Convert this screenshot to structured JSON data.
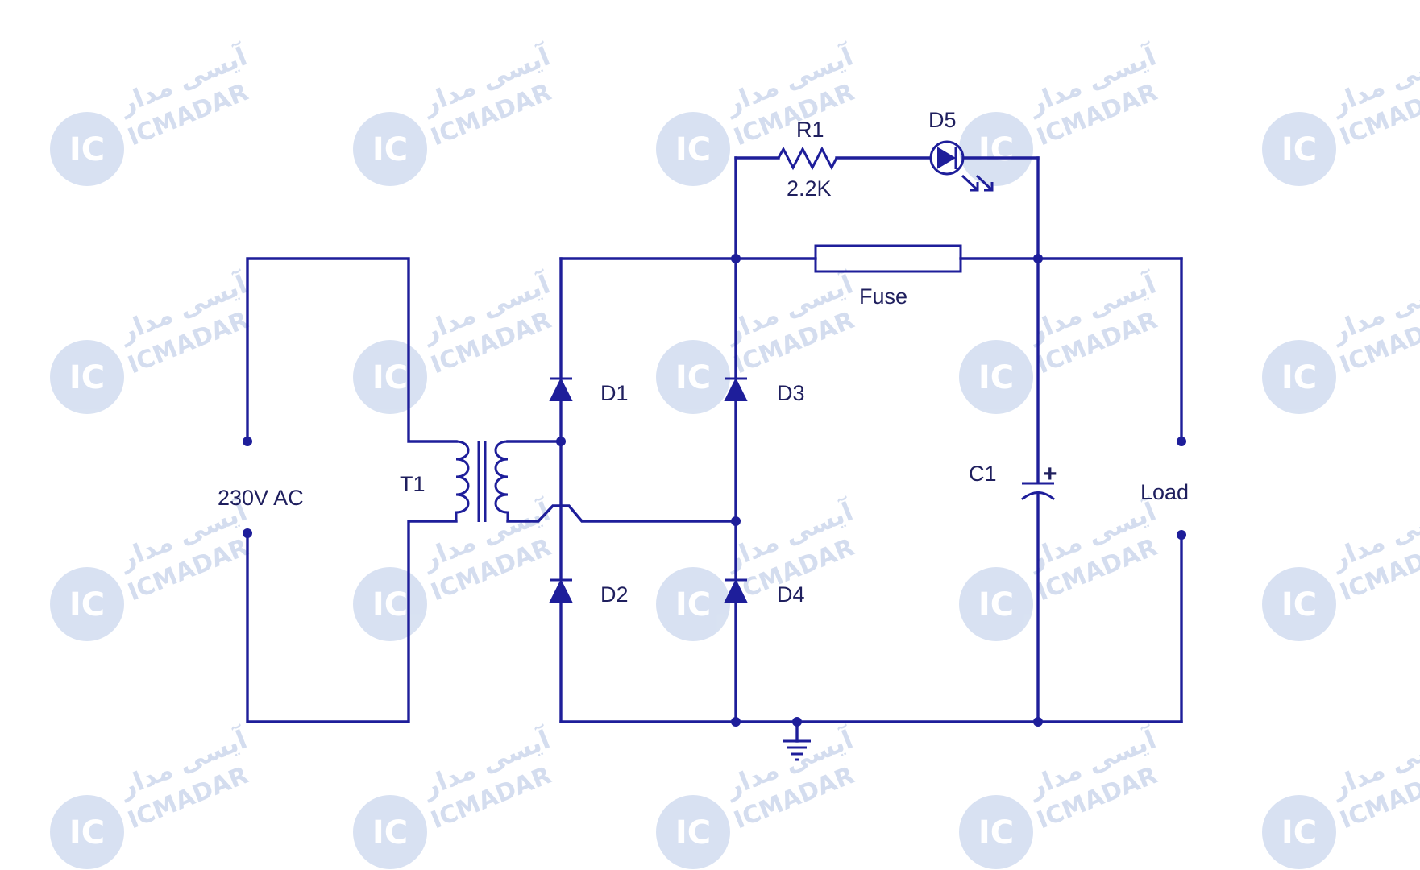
{
  "labels": {
    "source": "230V AC",
    "transformer": "T1",
    "d1": "D1",
    "d2": "D2",
    "d3": "D3",
    "d4": "D4",
    "d5": "D5",
    "r1": "R1",
    "r1_value": "2.2K",
    "fuse": "Fuse",
    "c1": "C1",
    "c1_polarity": "+",
    "load": "Load"
  },
  "watermark": {
    "logo": "IC",
    "text_latin": "ICMADAR",
    "text_persian": "آیسی مدار"
  },
  "colors": {
    "wire": "#1e1e9a",
    "label": "#1f1f5e",
    "watermark": "#c6d2ea"
  }
}
